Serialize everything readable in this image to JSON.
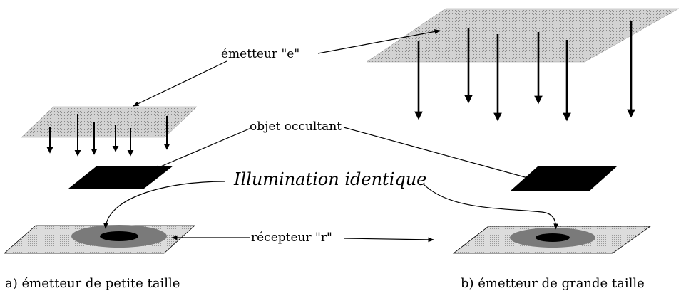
{
  "labels": {
    "emitter": "émetteur \"e\"",
    "occluder": "objet occultant",
    "illumination": "Illumination identique",
    "receiver": "récepteur \"r\""
  },
  "captions": {
    "left": "a) émetteur de petite taille",
    "right": "b) émetteur de grande taille"
  },
  "colors": {
    "emitter_fill": "#c8c8c8",
    "receiver_fill": "#d4d4d4",
    "penumbra_fill": "#7a7a7a",
    "umbra_fill": "#000000",
    "occluder_fill": "#000000"
  }
}
